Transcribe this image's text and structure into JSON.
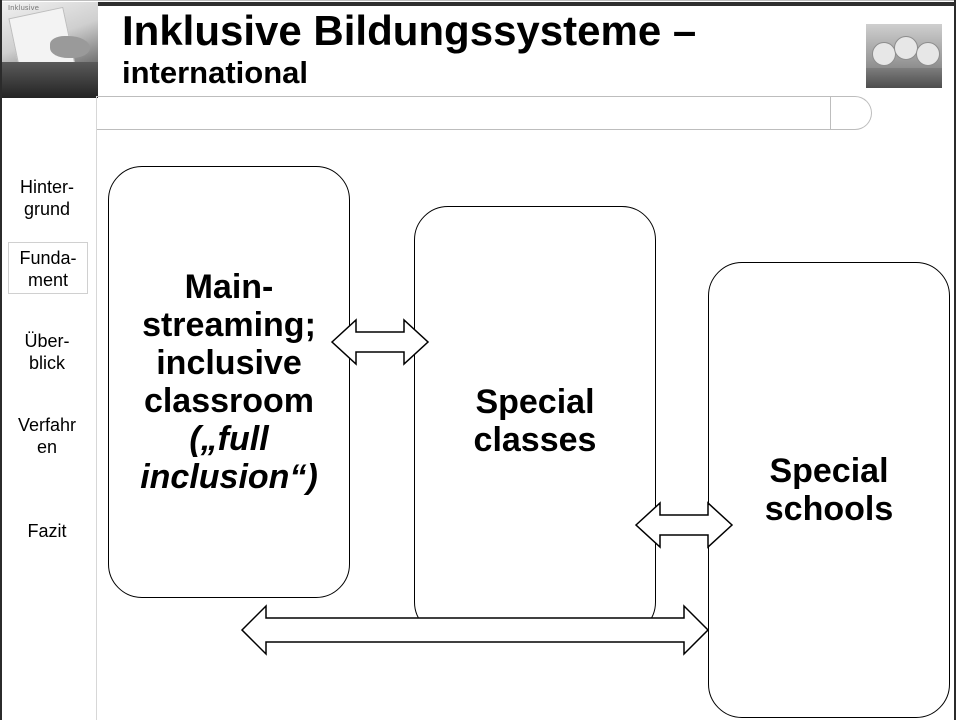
{
  "header": {
    "title_line1": "Inklusive Bildungssysteme –",
    "title_line2": "international",
    "photo_stamp": "Inklusive"
  },
  "sidebar": {
    "items": [
      {
        "label": "Hinter-\ngrund",
        "active": false
      },
      {
        "label": "Funda-\nment",
        "active": true
      },
      {
        "label": "Über-\nblick",
        "active": false
      },
      {
        "label": "Verfahr\nen",
        "active": false
      },
      {
        "label": "Fazit",
        "active": false
      }
    ]
  },
  "diagram": {
    "boxes": [
      {
        "id": "mainstreaming",
        "text": "Main-\nstreaming;\ninclusive\nclassroom",
        "italic_text": "(„full\ninclusion“)"
      },
      {
        "id": "special-classes",
        "text": "Special\nclasses"
      },
      {
        "id": "special-schools",
        "text": "Special\nschools"
      }
    ],
    "arrows": [
      {
        "from": "mainstreaming",
        "to": "special-classes",
        "type": "double"
      },
      {
        "from": "special-classes",
        "to": "special-schools",
        "type": "double"
      },
      {
        "from": "mainstreaming",
        "to": "special-schools",
        "type": "double"
      }
    ]
  },
  "colors": {
    "background": "#ffffff",
    "stroke": "#000000",
    "frame": "#2f2f2f",
    "band": "#bdbdbd"
  },
  "icons": {
    "left_photo": "child-writing-photo",
    "right_photo": "children-group-photo",
    "arrow": "double-headed-arrow-icon"
  }
}
